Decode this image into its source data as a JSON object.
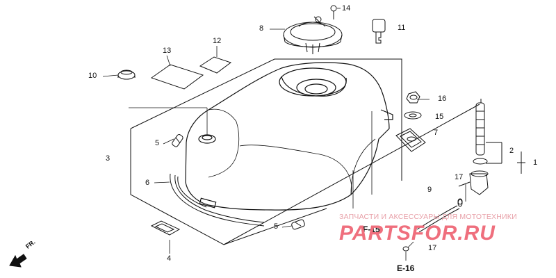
{
  "callouts": {
    "c1": "1",
    "c2": "2",
    "c3": "3",
    "c4": "4",
    "c5a": "5",
    "c5b": "5",
    "c6": "6",
    "c7": "7",
    "c8": "8",
    "c9": "9",
    "c10": "10",
    "c11": "11",
    "c12": "12",
    "c13": "13",
    "c14": "14",
    "c15": "15",
    "c16": "16",
    "c17a": "17",
    "c17b": "17"
  },
  "refs": {
    "f15": "F-15",
    "e16": "E-16"
  },
  "orientation": "FR.",
  "watermark": {
    "tagline": "ЗАПЧАСТИ И АКСЕССУАРЫ ДЛЯ МОТОТЕХНИКИ",
    "logo": "PARTSFOR.RU"
  },
  "colors": {
    "line": "#111111",
    "watermark": "#ef6f7d",
    "watermark_light": "#e8a0a8"
  }
}
